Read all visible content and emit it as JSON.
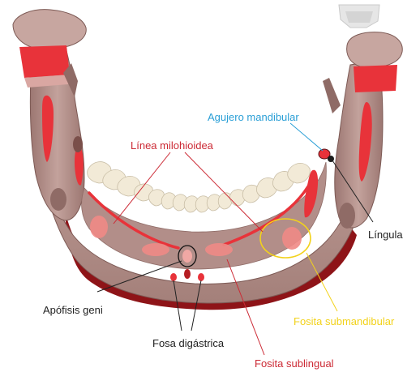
{
  "labels": {
    "agujero_mandibular": "Agujero mandibular",
    "linea_milohioidea": "Línea milohioidea",
    "lingula": "Língula",
    "apofisis_geni": "Apófisis geni",
    "fosa_digastrica": "Fosa digástrica",
    "fosita_submandibular": "Fosita submandibular",
    "fosita_sublingual": "Fosita sublingual"
  },
  "colors": {
    "bone": "#b5928d",
    "bone_light": "#c9aaa4",
    "bone_shadow": "#8f6b66",
    "highlight_red": "#e8333a",
    "dark_red": "#8e1418",
    "tooth": "#f2ead7",
    "label_blue": "#2a9fd6",
    "label_red": "#cc2a35",
    "label_black": "#222222",
    "label_yellow": "#f2d21b"
  }
}
